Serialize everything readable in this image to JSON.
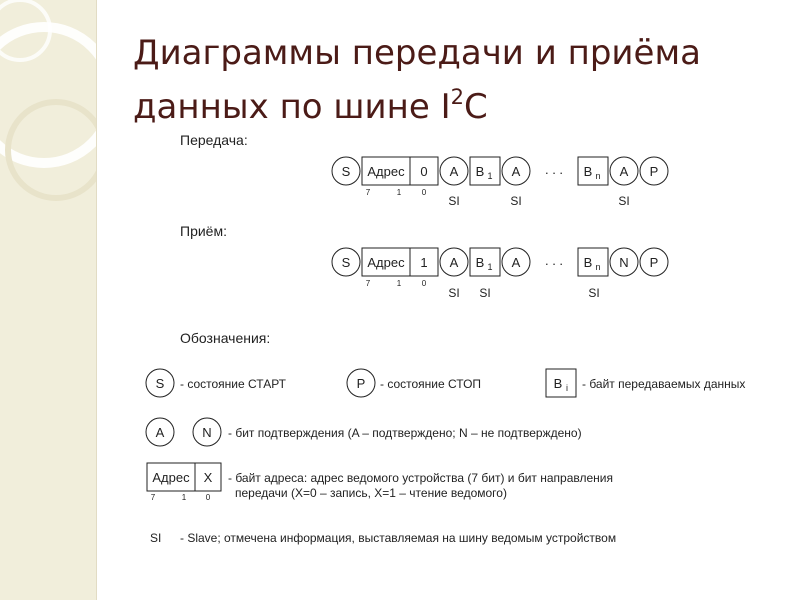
{
  "title": {
    "line1": "Диаграммы передачи и приёма",
    "line2_prefix": "данных по шине I",
    "line2_superscript": "2",
    "line2_suffix": "С"
  },
  "transmit": {
    "heading": "Передача:",
    "frame": [
      "S",
      "Адрес",
      "0",
      "A",
      "B",
      "A",
      ". . .",
      "B",
      "A",
      "P"
    ],
    "byte_sub_first": "1",
    "byte_sub_last": "n",
    "bit_labels": [
      "7",
      "1",
      "0"
    ],
    "slave_marks": [
      "SI",
      "SI",
      "SI"
    ]
  },
  "receive": {
    "heading": "Приём:",
    "frame": [
      "S",
      "Адрес",
      "1",
      "A",
      "B",
      "A",
      ". . .",
      "B",
      "N",
      "P"
    ],
    "byte_sub_first": "1",
    "byte_sub_last": "n",
    "bit_labels": [
      "7",
      "1",
      "0"
    ],
    "slave_marks": [
      "SI",
      "SI",
      "SI"
    ]
  },
  "legend": {
    "heading": "Обозначения:",
    "start": {
      "symbol": "S",
      "text": "- состояние СТАРТ"
    },
    "stop": {
      "symbol": "P",
      "text": "- состояние СТОП"
    },
    "byte": {
      "symbol": "B",
      "subscript": "i",
      "text": "- байт передаваемых данных"
    },
    "ack": {
      "symbol_a": "A",
      "symbol_n": "N",
      "text": "- бит подтверждения (A – подтверждено; N – не подтверждено)"
    },
    "address": {
      "field": "Адрес",
      "bit": "X",
      "bit_labels": [
        "7",
        "1",
        "0"
      ],
      "text_line1": "- байт адреса: адрес ведомого устройства (7 бит) и бит направления",
      "text_line2": "передачи (X=0 – запись, X=1 – чтение ведомого)"
    },
    "slave": {
      "symbol": "SI",
      "text": "- Slave; отмечена информация, выставляемая на шину ведомым устройством"
    }
  },
  "colors": {
    "title": "#4b1b17",
    "side_band": "#f1eedb",
    "ring": "#ffffff",
    "line": "#222222"
  }
}
